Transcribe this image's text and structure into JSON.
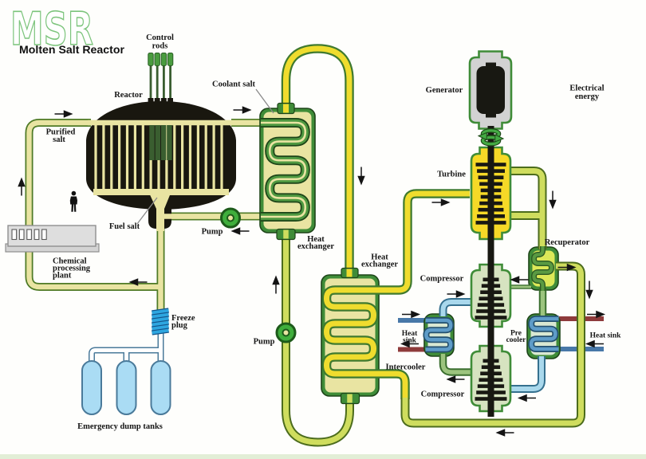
{
  "title": "Molten Salt Reactor schematic",
  "logo": {
    "acronym": "MSR",
    "subtitle": "Molten Salt Reactor"
  },
  "labels": {
    "control_rods": [
      "Control",
      "rods"
    ],
    "reactor": [
      "Reactor"
    ],
    "coolant_salt": [
      "Coolant salt"
    ],
    "purified_salt": [
      "Purified",
      "salt"
    ],
    "fuel_salt": [
      "Fuel salt"
    ],
    "pump_primary": [
      "Pump"
    ],
    "chemical_plant": [
      "Chemical",
      "processing",
      "plant"
    ],
    "freeze_plug": [
      "Freeze",
      "plug"
    ],
    "dump_tanks": [
      "Emergency dump tanks"
    ],
    "hx1": [
      "Heat",
      "exchanger"
    ],
    "hx2": [
      "Heat",
      "exchanger"
    ],
    "pump_secondary": [
      "Pump"
    ],
    "generator": [
      "Generator"
    ],
    "electrical_energy": [
      "Electrical",
      "energy"
    ],
    "turbine": [
      "Turbine"
    ],
    "compressor_upper": [
      "Compressor"
    ],
    "compressor_lower": [
      "Compressor"
    ],
    "recuperator": [
      "Recuperator"
    ],
    "heat_sink_left": [
      "Heat",
      "sink"
    ],
    "intercooler": [
      "Intercooler"
    ],
    "precooler": [
      "Pre",
      "cooler"
    ],
    "heat_sink_right": [
      "Heat sink"
    ]
  },
  "colors": {
    "fuel_salt_pipe": "#e9e4a2",
    "hot_coolant_pipe": "#efdc2e",
    "cool_coolant_pipe": "#cfdd5e",
    "warm_gas_pipe": "#9cc47e",
    "cold_gas_pipe": "#a9d8ec",
    "exchanger_border": "#3f8c38",
    "reactor_vessel": "#19170f",
    "turbine_body": "#f6d927",
    "generator_casing": "#d2d2d2",
    "pump": "#3fae3c",
    "heat_sink_hot": "#8e3b3b",
    "heat_sink_cold": "#4878a8",
    "dump_tank": "#aadcf4",
    "freeze_plug": "#2ea6e0",
    "logo_green": "#5cb85c"
  }
}
